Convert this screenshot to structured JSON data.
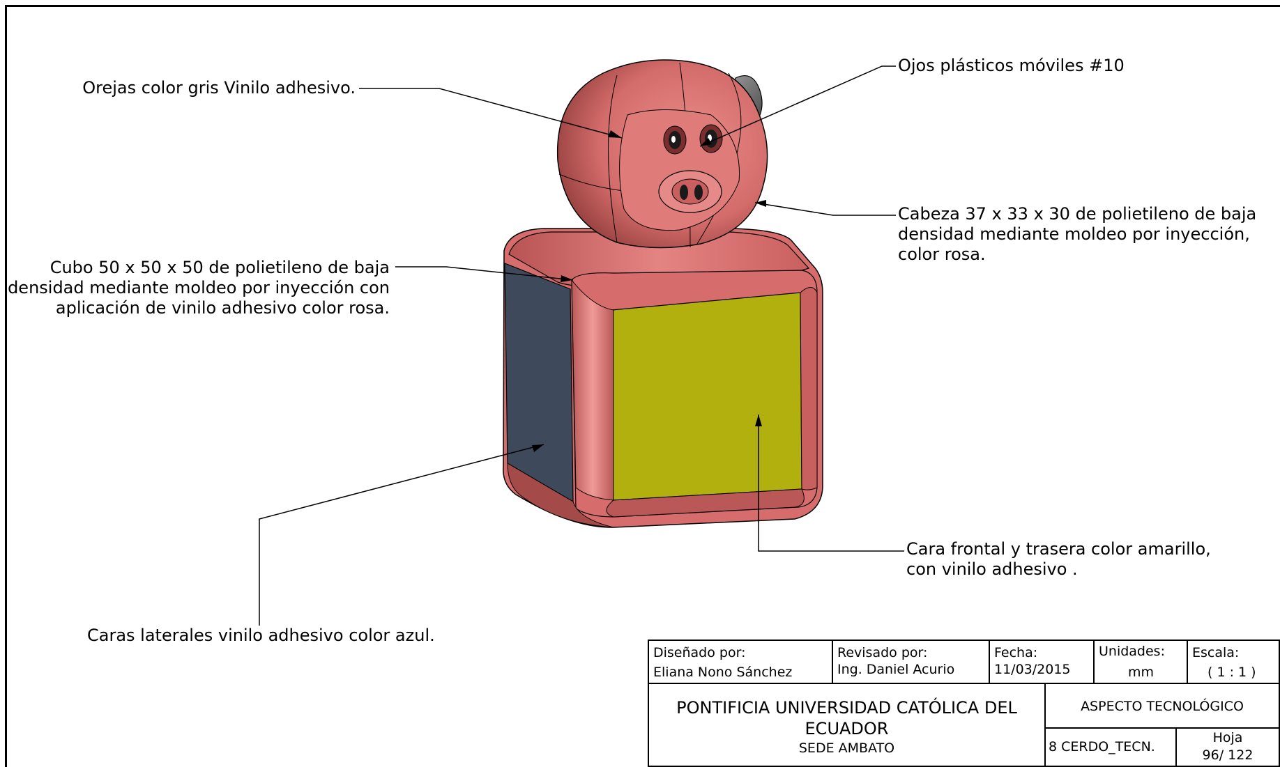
{
  "callouts": {
    "ears": "Orejas color gris Vinilo adhesivo.",
    "eyes": "Ojos plásticos móviles #10",
    "head": [
      "Cabeza 37 x 33 x 30 de polietileno de baja",
      "densidad mediante moldeo por inyección,",
      "color rosa."
    ],
    "cube": [
      "Cubo 50 x 50 x 50 de polietileno de baja",
      "densidad mediante moldeo por inyección con",
      "aplicación de vinilo adhesivo color rosa."
    ],
    "front": [
      "Cara frontal y trasera color amarillo,",
      "con vinilo adhesivo ."
    ],
    "sides": "Caras laterales vinilo adhesivo color azul."
  },
  "title_block": {
    "designed_label": "Diseñado por:",
    "designed_value": "Eliana Nono Sánchez",
    "reviewed_label": "Revisado por:",
    "reviewed_value": "Ing. Daniel Acurio",
    "date_label": "Fecha:",
    "date_value": "11/03/2015",
    "units_label": "Unidades:",
    "units_value": "mm",
    "scale_label": "Escala:",
    "scale_value": "( 1 : 1 )",
    "institution_line1": "PONTIFICIA UNIVERSIDAD CATÓLICA DEL",
    "institution_line2": "ECUADOR",
    "campus": "SEDE AMBATO",
    "subject": "ASPECTO TECNOLÓGICO",
    "drawing_id": "8 CERDO_TECN.",
    "sheet_label": "Hoja",
    "sheet_value": "96/ 122"
  },
  "colors": {
    "pink": "#d9706f",
    "pink_dark": "#8f3a3a",
    "ear_gray": "#6e6e6e",
    "side_blue": "#3e4a5c",
    "face_yellow": "#b2b00f"
  }
}
